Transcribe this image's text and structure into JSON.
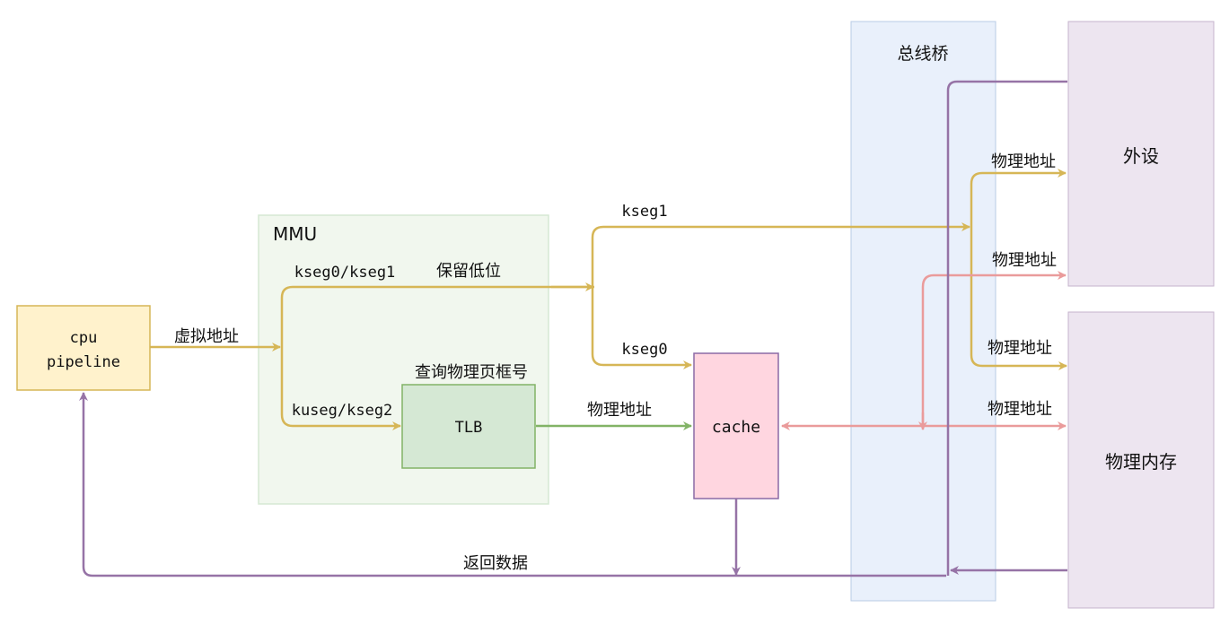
{
  "nodes": {
    "bus_bridge": "总线桥",
    "peripheral": "外设",
    "physical_memory": "物理内存",
    "mmu": "MMU",
    "cpu_line1": "cpu",
    "cpu_line2": "pipeline",
    "tlb": "TLB",
    "cache": "cache"
  },
  "labels": {
    "virtual_address": "虚拟地址",
    "kseg0_kseg1": "kseg0/kseg1",
    "keep_low_bits": "保留低位",
    "kuseg_kseg2": "kuseg/kseg2",
    "lookup_page_frame": "查询物理页框号",
    "tlb_physical_address": "物理地址",
    "kseg1": "kseg1",
    "kseg0": "kseg0",
    "phys_addr_peripheral_1": "物理地址",
    "phys_addr_peripheral_2": "物理地址",
    "phys_addr_memory_1": "物理地址",
    "phys_addr_memory_2": "物理地址",
    "return_data": "返回数据"
  },
  "colors": {
    "cpu_fill": "#fff2cc",
    "cpu_stroke": "#d6b656",
    "mmu_fill": "#f1f7ee",
    "mmu_stroke": "#d5e8d4",
    "tlb_fill": "#d5e8d4",
    "tlb_stroke": "#82b366",
    "cache_fill": "#ffd6e0",
    "cache_stroke": "#8b6aa6",
    "bridge_fill": "#e9f0fb",
    "bridge_stroke": "#b8cbe6",
    "device_fill": "#ede5f0",
    "device_stroke": "#c5b3cc",
    "yellow_edge": "#d6b656",
    "green_edge": "#82b366",
    "pink_edge": "#ea9b9b",
    "purple_edge": "#9673a6"
  }
}
